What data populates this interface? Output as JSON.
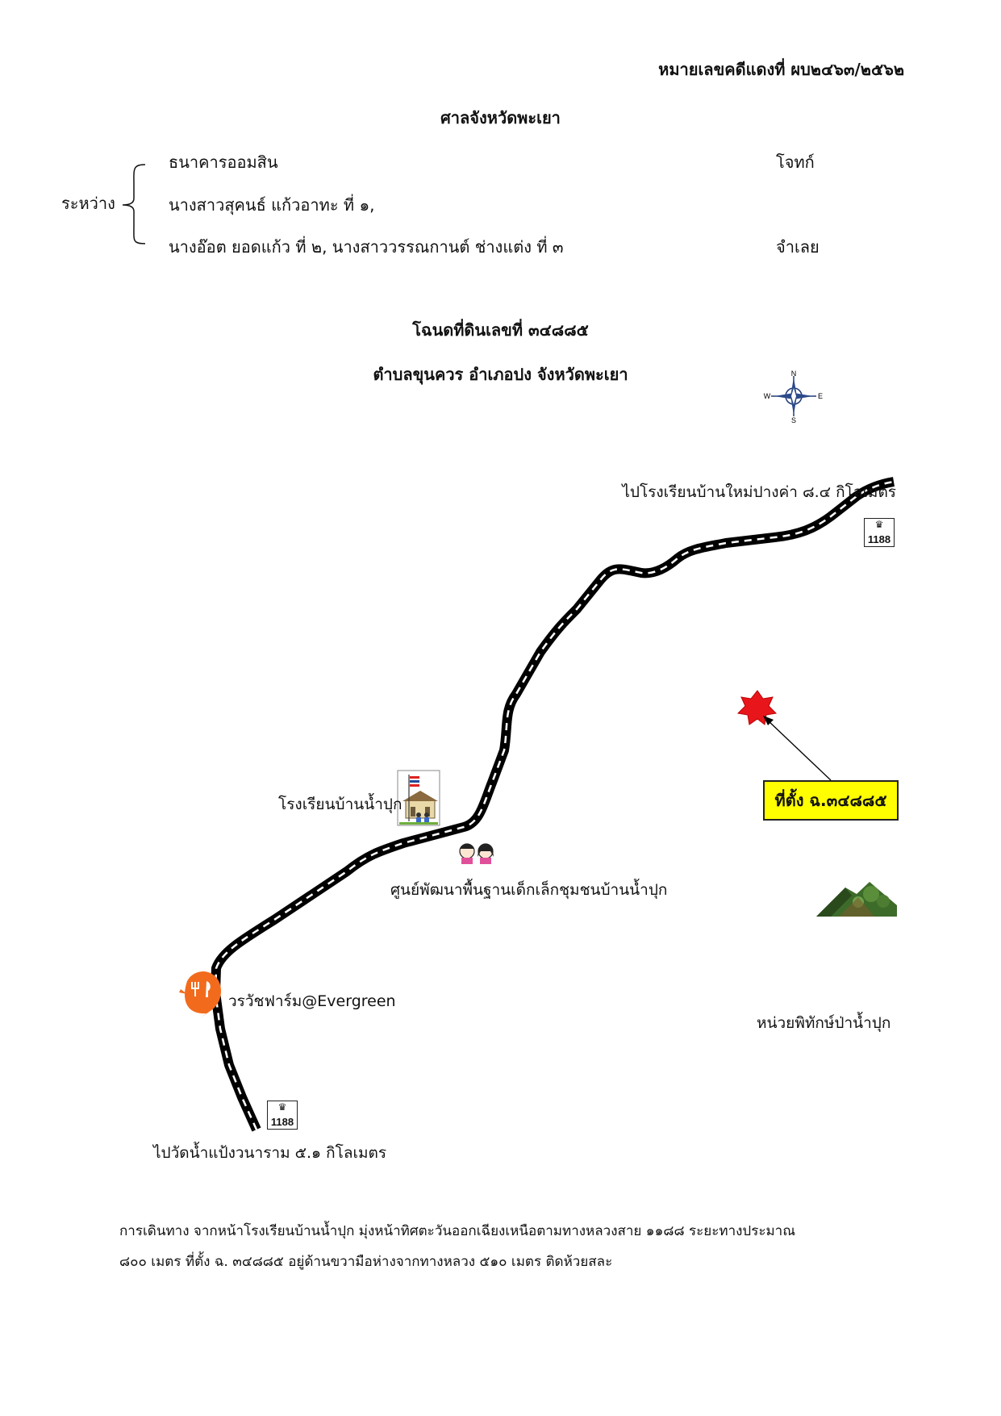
{
  "header": {
    "case_number": "หมายเลขคดีแดงที่ ผบ๒๔๖๓/๒๕๖๒",
    "court": "ศาลจังหวัดพะเยา"
  },
  "parties": {
    "between_label": "ระหว่าง",
    "plaintiff_name": "ธนาคารออมสิน",
    "plaintiff_role": "โจทก์",
    "defendants_line1": "นางสาวสุคนธ์  แก้วอาทะ ที่ ๑,",
    "defendants_line2": "นางอ๊อต  ยอดแก้ว ที่ ๒, นางสาววรรณกานต์  ช่างแต่ง ที่ ๓",
    "defendant_role": "จำเลย"
  },
  "title": {
    "deed": "โฉนดที่ดินเลขที่ ๓๔๘๘๕",
    "location": "ตำบลขุนควร อำเภอปง จังหวัดพะเยา"
  },
  "compass": {
    "n": "N",
    "s": "S",
    "e": "E",
    "w": "W"
  },
  "map": {
    "to_top": "ไปโรงเรียนบ้านใหม่ปางค่า ๘.๔ กิโลเมตร",
    "to_bottom": "ไปวัดน้ำแป้งวนาราม ๕.๑ กิโลเมตร",
    "highway_number": "1188",
    "school": "โรงเรียนบ้านน้ำปุก",
    "child_center": "ศูนย์พัฒนาพื้นฐานเด็กเล็กชุมชนบ้านน้ำปุก",
    "restaurant": "วรวัชฟาร์ม@Evergreen",
    "forest_unit": "หน่วยพิทักษ์ป่าน้ำปุก",
    "location_label": "ที่ตั้ง ฉ.๓๔๘๘๕"
  },
  "directions": {
    "line1": "การเดินทาง จากหน้าโรงเรียนบ้านน้ำปุก มุ่งหน้าทิศตะวันออกเฉียงเหนือตามทางหลวงสาย ๑๑๘๘ ระยะทางประมาณ",
    "line2": "๘๐๐ เมตร ที่ตั้ง ฉ. ๓๔๘๘๕ อยู่ด้านขวามือห่างจากทางหลวง ๕๑๐ เมตร ติดห้วยสละ"
  },
  "colors": {
    "road": "#000000",
    "star": "#e8161b",
    "restaurant": "#f26b1d",
    "label_box": "#ffff00",
    "forest": "#3d6b2a"
  }
}
